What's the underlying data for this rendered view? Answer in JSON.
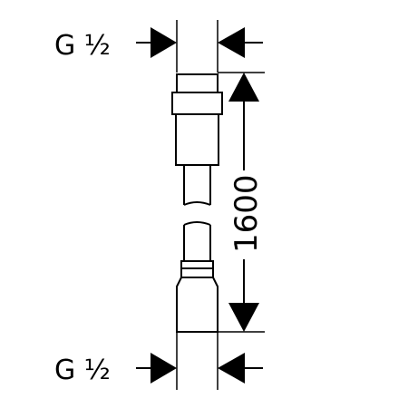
{
  "drawing": {
    "top_thread_label": "G ½",
    "bottom_thread_label": "G ½",
    "length_label": "1600"
  },
  "colors": {
    "line": "#000000",
    "background": "#ffffff"
  }
}
